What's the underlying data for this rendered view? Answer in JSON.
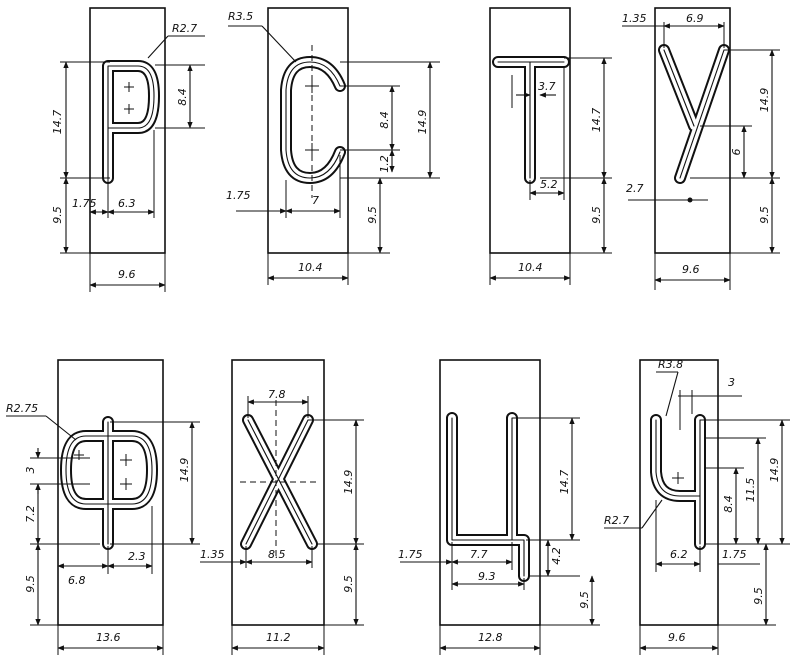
{
  "letters": [
    {
      "id": "R",
      "labels": {
        "radius": "R2.7",
        "h": "14.7",
        "inner": "8.4",
        "bottom": "9.5",
        "x1": "1.75",
        "x2": "6.3",
        "w": "9.6"
      }
    },
    {
      "id": "S",
      "labels": {
        "radius": "R3.5",
        "inner": "8.4",
        "h": "14.9",
        "gap": "1.2",
        "left": "1.75",
        "w_inner": "7",
        "bottom": "9.5",
        "w": "10.4"
      }
    },
    {
      "id": "T",
      "labels": {
        "h": "14.7",
        "stem": "3.7",
        "w_inner": "5.2",
        "bottom": "9.5",
        "w": "10.4"
      }
    },
    {
      "id": "U",
      "labels": {
        "top_left": "1.35",
        "top": "6.9",
        "h": "14.9",
        "mid": "6",
        "left": "2.7",
        "bottom": "9.5",
        "w": "9.6"
      }
    },
    {
      "id": "F",
      "labels": {
        "radius": "R2.75",
        "left_top": "3",
        "left_mid": "7.2",
        "h": "14.9",
        "bottom": "9.5",
        "x1": "6.8",
        "x2": "2.3",
        "w": "13.6"
      }
    },
    {
      "id": "X",
      "labels": {
        "top": "7.8",
        "h": "14.9",
        "left": "1.35",
        "bottom_w": "8.5",
        "bottom": "9.5",
        "w": "11.2"
      }
    },
    {
      "id": "C",
      "labels": {
        "h": "14.7",
        "tail": "4.2",
        "left": "1.75",
        "w_inner": "7.7",
        "w2": "9.3",
        "bottom": "9.5",
        "w": "12.8"
      }
    },
    {
      "id": "Ch",
      "labels": {
        "radius_top": "R3.8",
        "top_right": "3",
        "radius_bottom": "R2.7",
        "h": "14.9",
        "h_inner": "11.5",
        "mid": "8.4",
        "w_inner": "6.2",
        "right": "1.75",
        "bottom": "9.5",
        "w": "9.6"
      }
    }
  ]
}
